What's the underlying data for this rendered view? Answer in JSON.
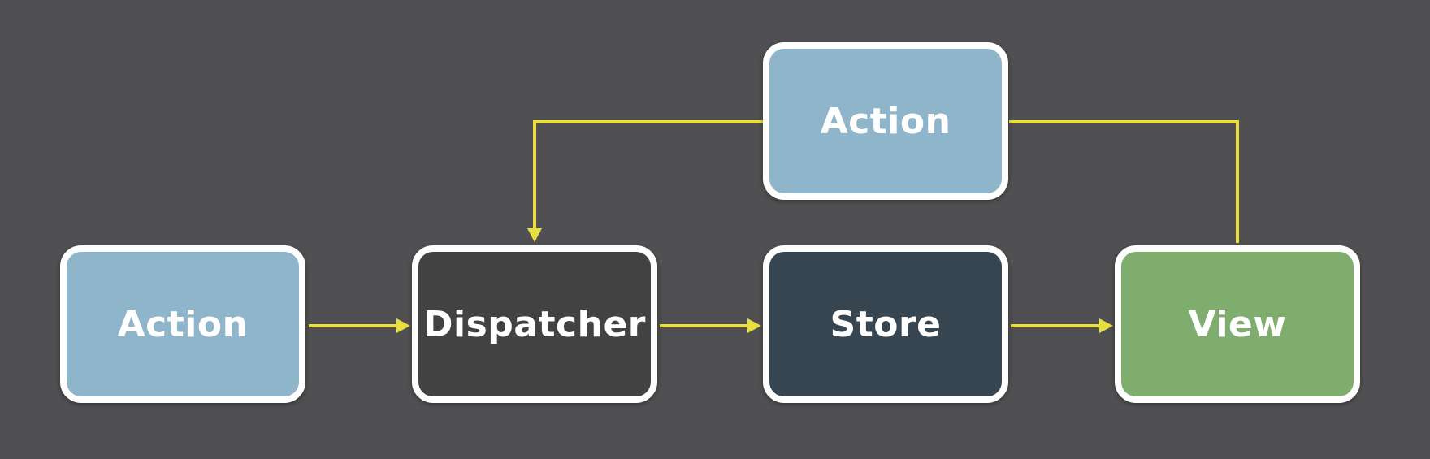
{
  "diagram": {
    "nodes": [
      {
        "id": "action-left",
        "label": "Action",
        "fill": "#8fb5ca"
      },
      {
        "id": "dispatcher",
        "label": "Dispatcher",
        "fill": "#424242"
      },
      {
        "id": "store",
        "label": "Store",
        "fill": "#374551"
      },
      {
        "id": "view",
        "label": "View",
        "fill": "#7ead6d"
      },
      {
        "id": "action-top",
        "label": "Action",
        "fill": "#8fb5ca"
      }
    ],
    "edges": [
      {
        "from": "action-left",
        "to": "dispatcher"
      },
      {
        "from": "dispatcher",
        "to": "store"
      },
      {
        "from": "store",
        "to": "view"
      },
      {
        "from": "view",
        "to": "action-top"
      },
      {
        "from": "action-top",
        "to": "dispatcher"
      }
    ],
    "colors": {
      "background": "#505052",
      "arrow": "#e8df3e",
      "border": "#ffffff",
      "text": "#ffffff"
    }
  }
}
